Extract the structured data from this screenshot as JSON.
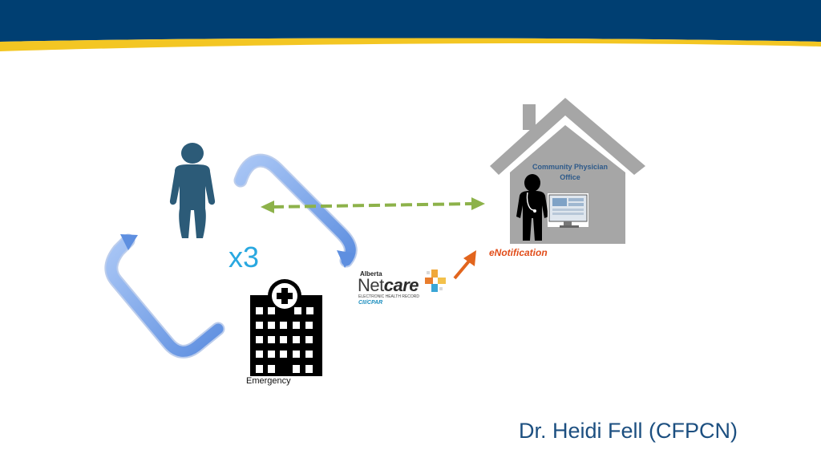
{
  "slide": {
    "multiplier_label": "x3",
    "emergency_label": "Emergency",
    "office_label": "Community Physician Office",
    "enotification_label": "eNotification",
    "netcare": {
      "region": "Alberta",
      "brand_prefix": "Net",
      "brand_suffix": "care",
      "tagline": "ELECTRONIC HEALTH RECORD",
      "system": "CII/CPAR"
    },
    "credit": "Dr. Heidi Fell (CFPCN)"
  },
  "colors": {
    "header_blue": "#003f72",
    "header_gold": "#f3c623",
    "patient_fill": "#2c5b78",
    "cycle_arrow": "#6f9ee8",
    "dashed_arrow": "#8db24a",
    "orange_arrow": "#e2651d",
    "house_grey": "#a6a6a6",
    "x3_blue": "#29a8e0"
  },
  "icons": [
    "patient-icon",
    "hospital-icon",
    "house-icon",
    "doctor-icon",
    "computer-icon",
    "netcare-cross-icon"
  ]
}
